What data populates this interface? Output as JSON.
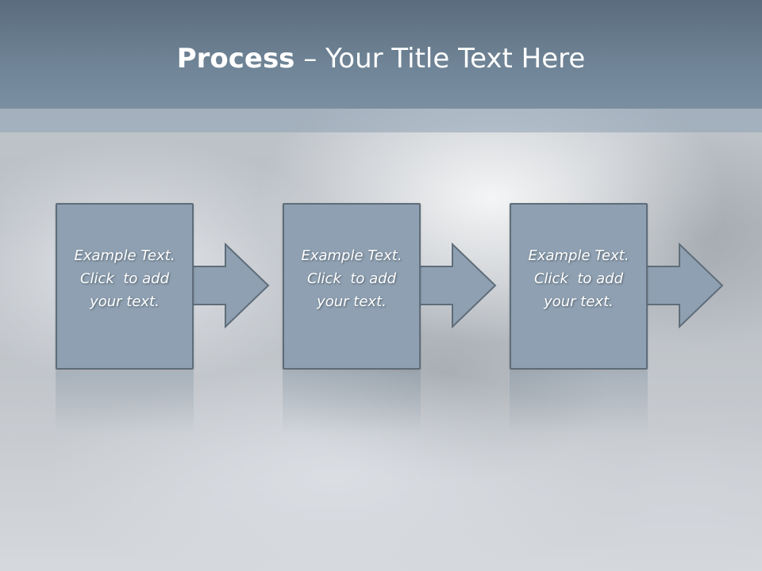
{
  "slide": {
    "title_bold": "Process",
    "title_rest": " – Your Title Text Here"
  },
  "steps": [
    {
      "lines": [
        "Example Text.",
        "Click  to add",
        "your text."
      ]
    },
    {
      "lines": [
        "Example Text.",
        "Click  to add",
        "your text."
      ]
    },
    {
      "lines": [
        "Example Text.",
        "Click  to add",
        "your text."
      ]
    }
  ],
  "colors": {
    "header": "#6f8496",
    "box_fill": "#8ea0b1",
    "box_border": "#5f6d7a"
  }
}
